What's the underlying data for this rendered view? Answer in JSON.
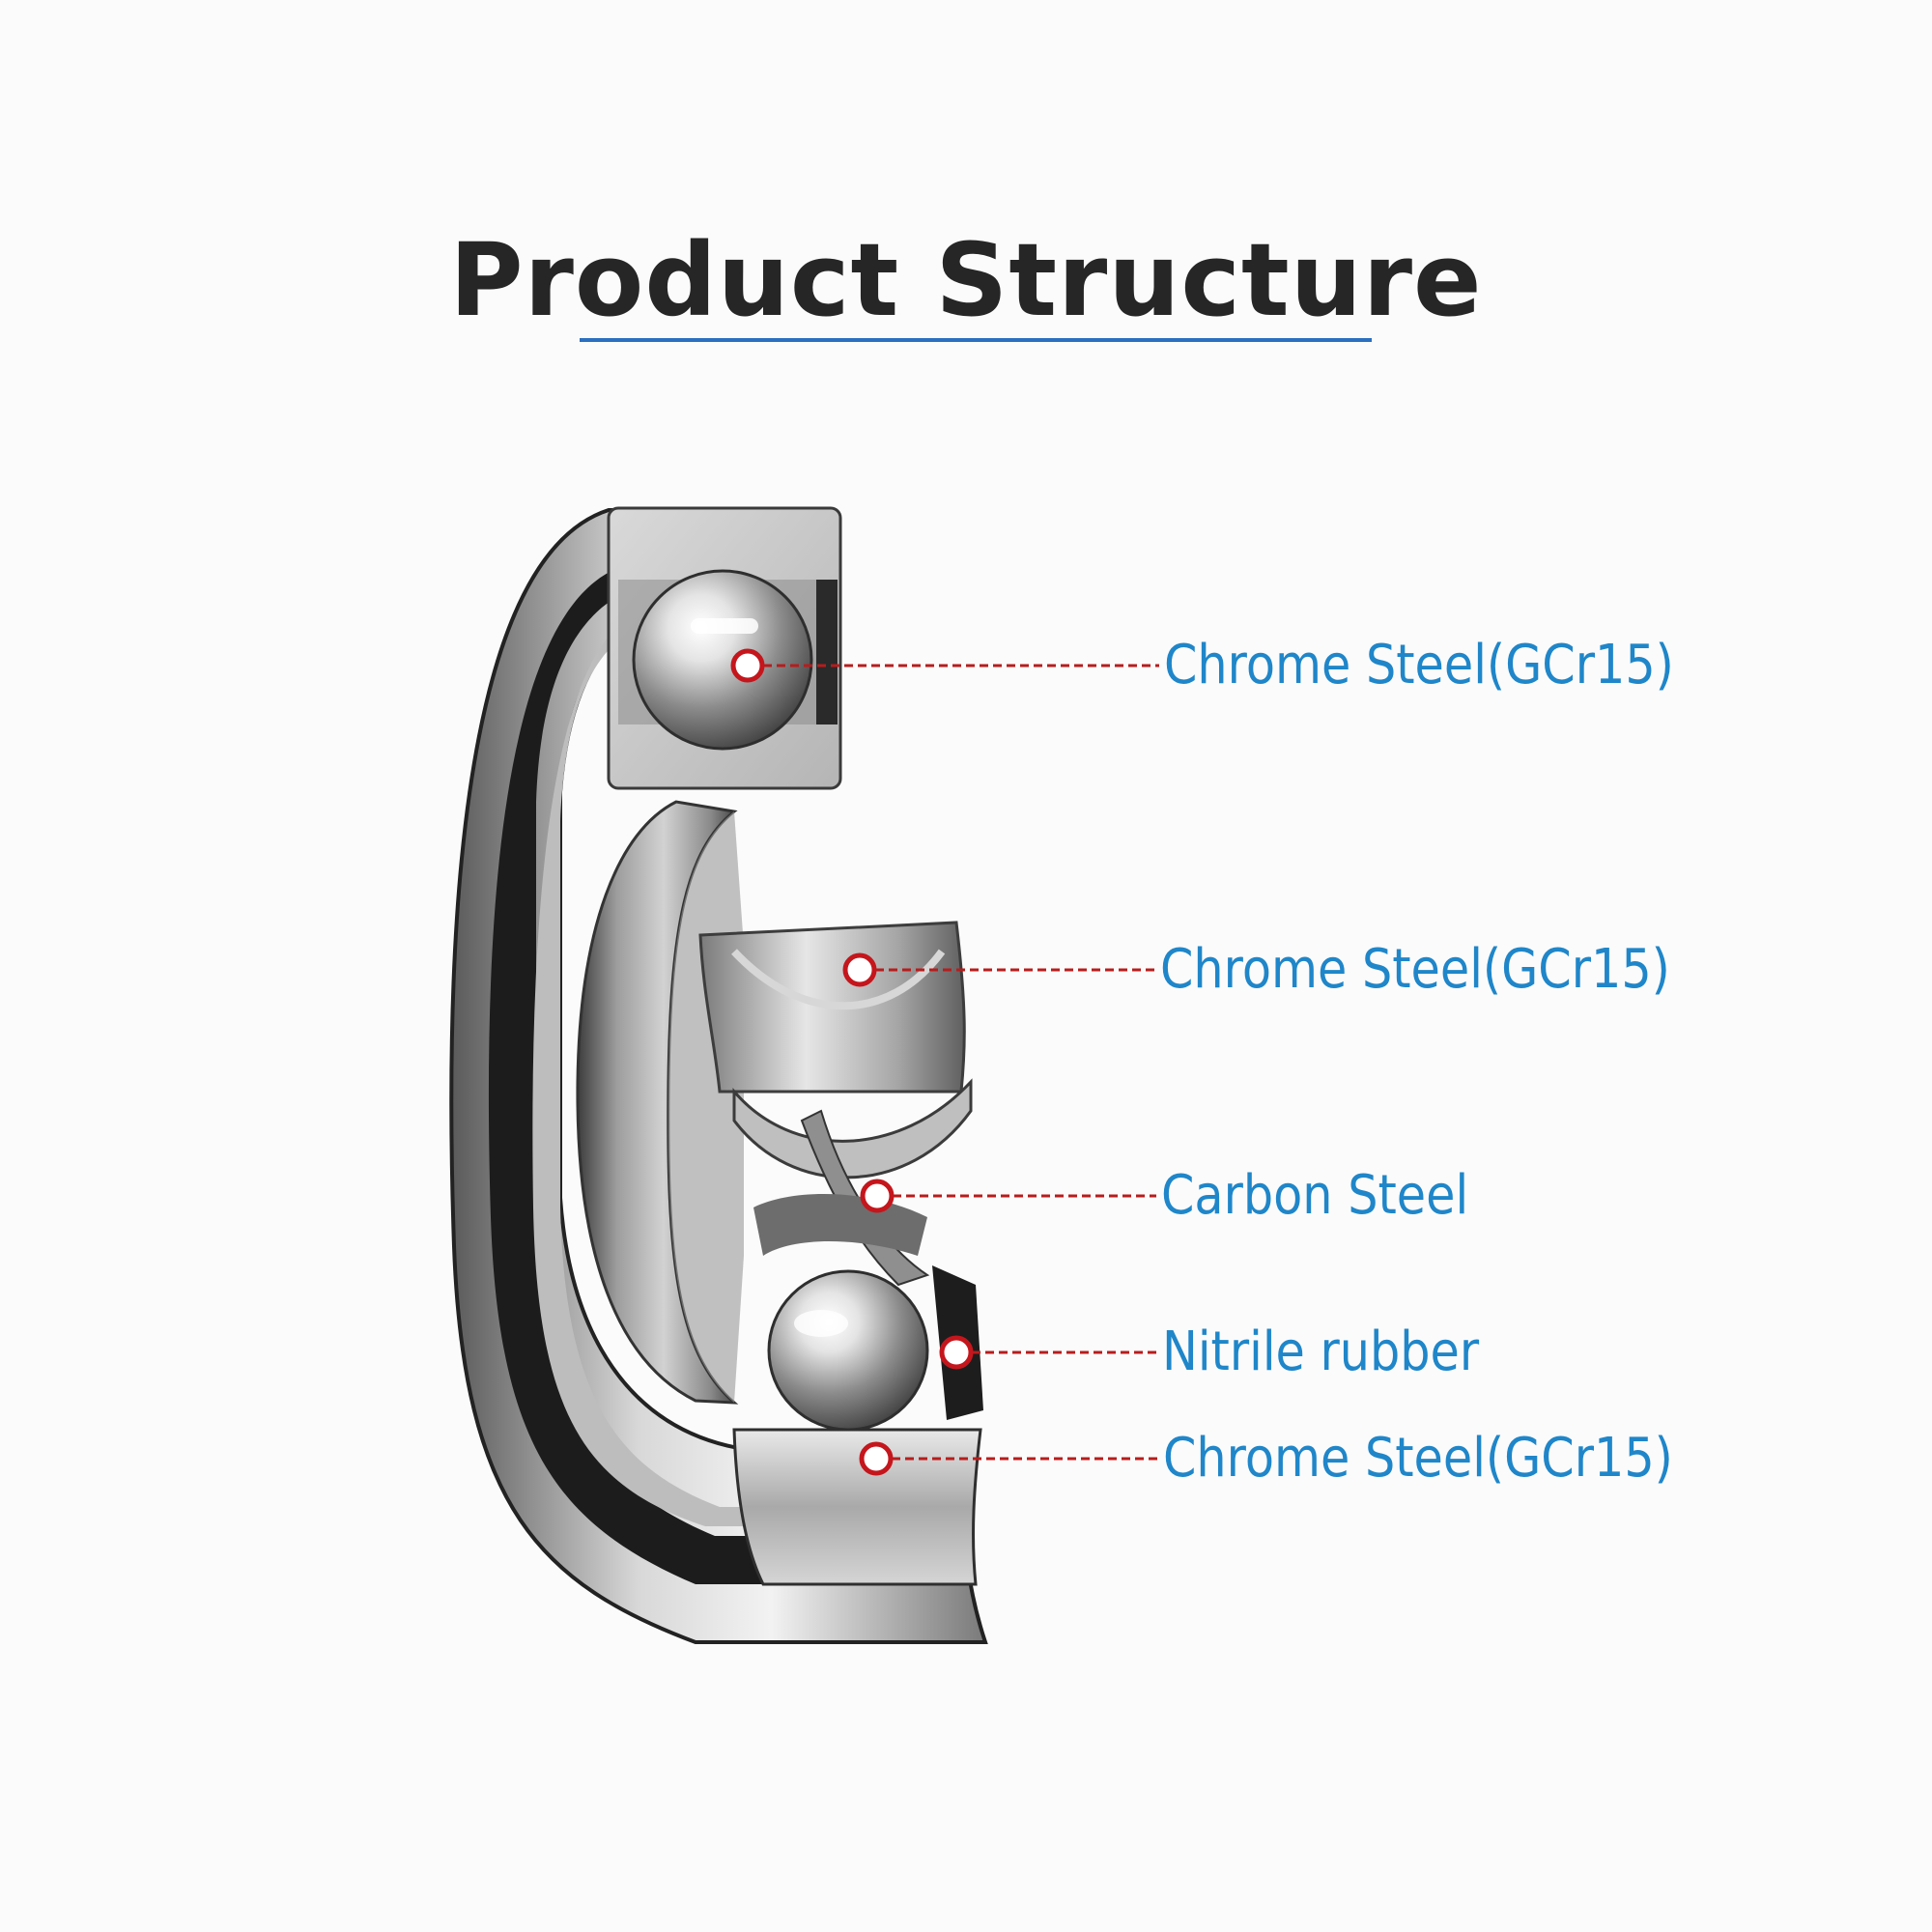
{
  "title": "Product Structure",
  "colors": {
    "title_text": "#262626",
    "title_rule": "#2a6fc0",
    "label_text": "#1f86c9",
    "leader_line": "#b81c1c",
    "marker_ring": "#c4161c"
  },
  "callouts": [
    {
      "label": "Chrome Steel(GCr15)",
      "part": "steel ball"
    },
    {
      "label": "Chrome Steel(GCr15)",
      "part": "inner ring"
    },
    {
      "label": "Carbon Steel",
      "part": "cage"
    },
    {
      "label": "Nitrile rubber",
      "part": "seal"
    },
    {
      "label": "Chrome Steel(GCr15)",
      "part": "outer ring"
    }
  ]
}
